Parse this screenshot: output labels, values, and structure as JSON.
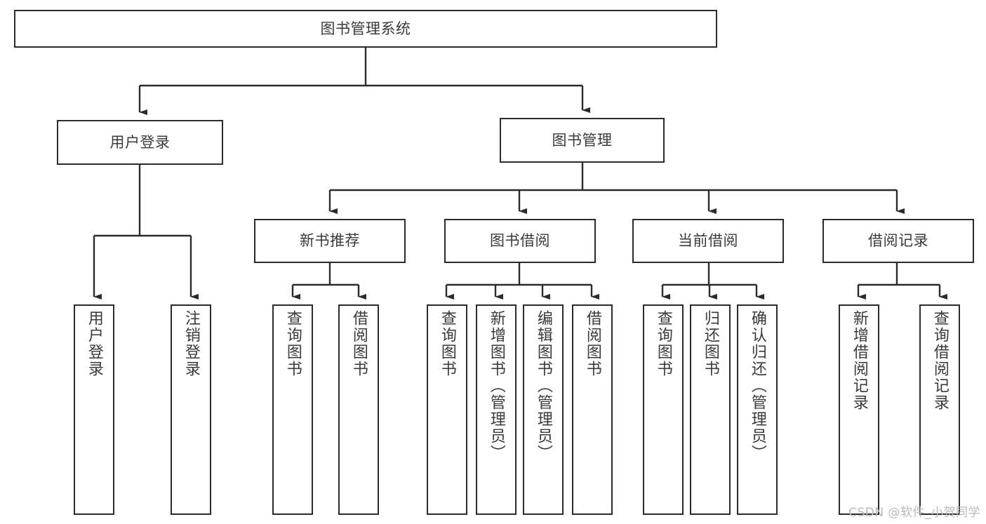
{
  "diagram": {
    "title": "图书管理系统",
    "watermark": "CSDN @软件_小贺同学",
    "colors": {
      "stroke": "#2b2b2b",
      "text": "#3a3a3a",
      "background": "#ffffff",
      "watermark": "#b9b9b9"
    },
    "nodes": {
      "root": {
        "label": "图书管理系统"
      },
      "level1": [
        {
          "id": "user-login",
          "label": "用户登录"
        },
        {
          "id": "book-management",
          "label": "图书管理"
        }
      ],
      "level2": [
        {
          "id": "new-book-recommend",
          "label": "新书推荐"
        },
        {
          "id": "book-borrow",
          "label": "图书借阅"
        },
        {
          "id": "current-borrow",
          "label": "当前借阅"
        },
        {
          "id": "borrow-record",
          "label": "借阅记录"
        }
      ],
      "leaves": {
        "user-login": [
          {
            "id": "leaf-user-login",
            "label": "用户登录"
          },
          {
            "id": "leaf-logout-login",
            "label": "注销登录"
          }
        ],
        "new-book-recommend": [
          {
            "id": "leaf-query-book-1",
            "label": "查询图书"
          },
          {
            "id": "leaf-borrow-book-1",
            "label": "借阅图书"
          }
        ],
        "book-borrow": [
          {
            "id": "leaf-query-book-2",
            "label": "查询图书"
          },
          {
            "id": "leaf-add-book",
            "label": "新增图书（管理员）"
          },
          {
            "id": "leaf-edit-book",
            "label": "编辑图书（管理员）"
          },
          {
            "id": "leaf-borrow-book-2",
            "label": "借阅图书"
          }
        ],
        "current-borrow": [
          {
            "id": "leaf-query-book-3",
            "label": "查询图书"
          },
          {
            "id": "leaf-return-book",
            "label": "归还图书"
          },
          {
            "id": "leaf-confirm-return",
            "label": "确认归还（管理员）"
          }
        ],
        "borrow-record": [
          {
            "id": "leaf-add-record",
            "label": "新增借阅记录"
          },
          {
            "id": "leaf-query-record",
            "label": "查询借阅记录"
          }
        ]
      }
    }
  }
}
